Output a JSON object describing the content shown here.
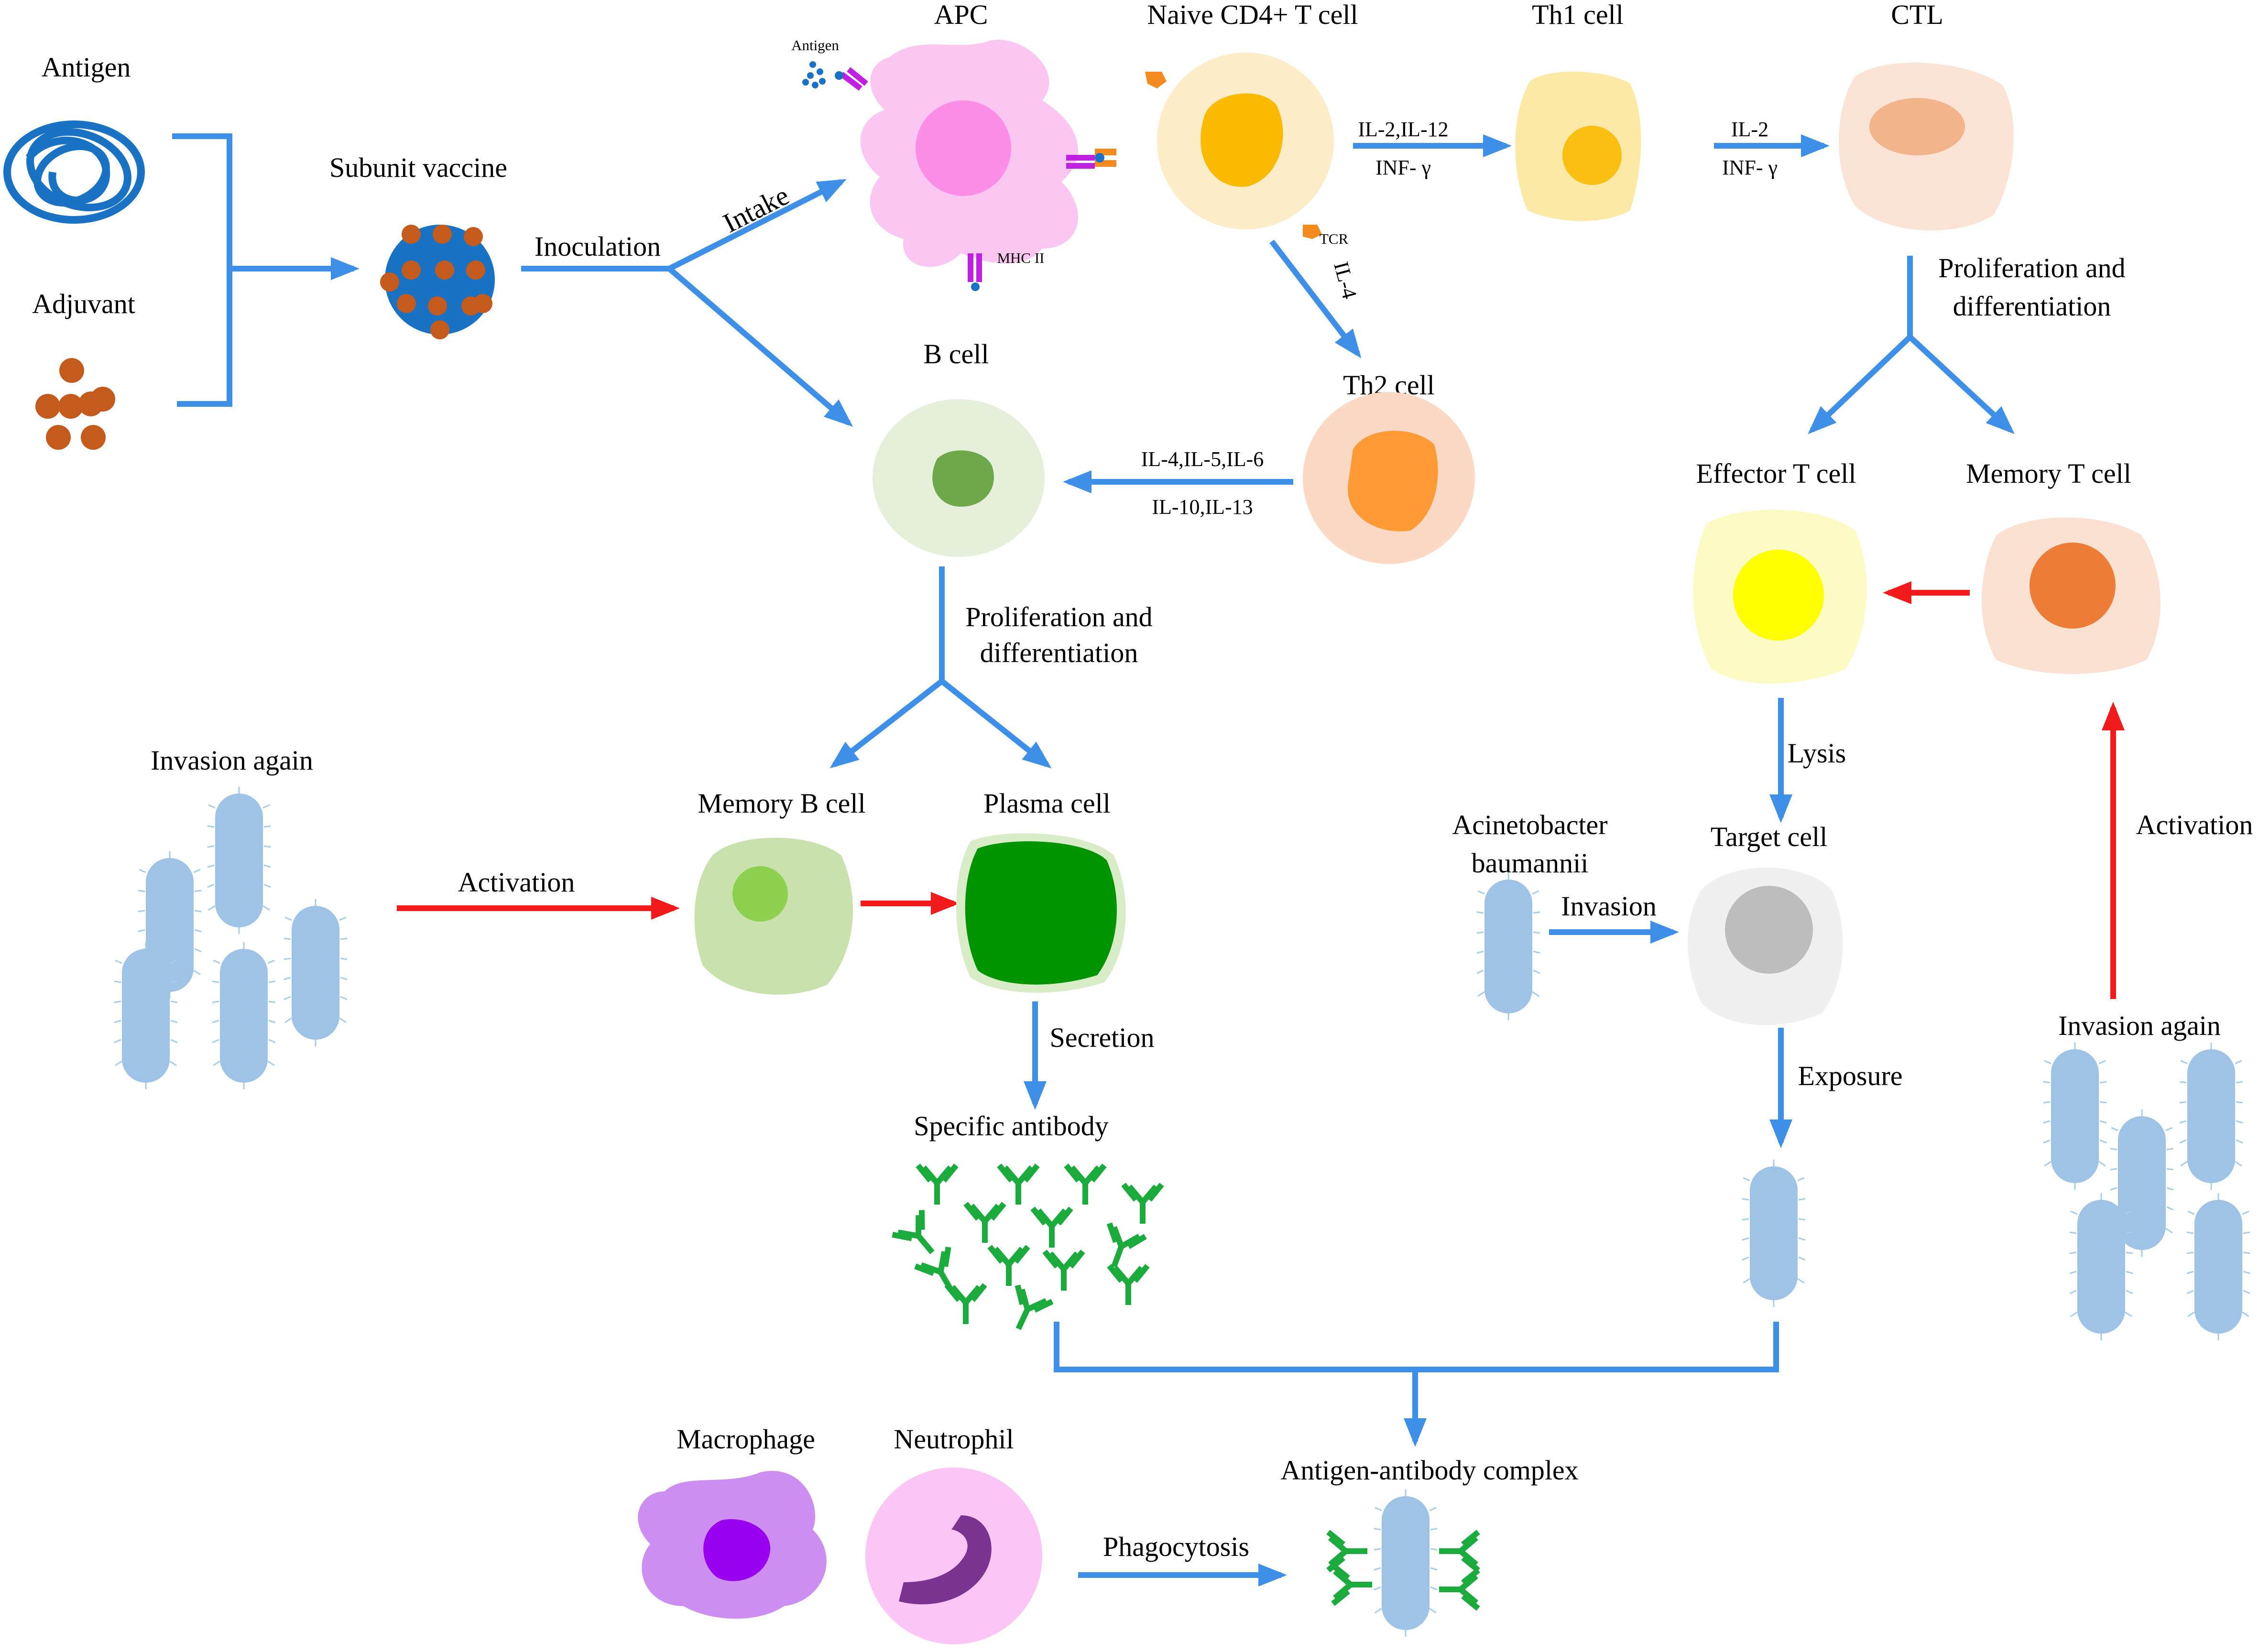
{
  "sources": {
    "antigen": "Antigen",
    "adjuvant": "Adjuvant",
    "subunit_vaccine": "Subunit vaccine",
    "inoculation": "Inoculation",
    "intake": "Intake"
  },
  "cells": {
    "apc": "APC",
    "naive_cd4": "Naive CD4+ T cell",
    "th1": "Th1 cell",
    "ctl": "CTL",
    "th2": "Th2 cell",
    "b_cell": "B cell",
    "effector_t": "Effector T cell",
    "memory_t": "Memory T cell",
    "memory_b": "Memory B cell",
    "plasma": "Plasma cell",
    "target": "Target cell",
    "macrophage": "Macrophage",
    "neutrophil": "Neutrophil"
  },
  "apc_labels": {
    "antigen": "Antigen",
    "mhc": "MHC II",
    "tcr": "TCR"
  },
  "cytokines": {
    "th1_top": "IL-2,IL-12",
    "th1_bottom": "INF- γ",
    "ctl_top": "IL-2",
    "ctl_bottom": "INF- γ",
    "th2": "IL-4",
    "b_top": "IL-4,IL-5,IL-6",
    "b_bottom": "IL-10,IL-13"
  },
  "processes": {
    "prolif_t_1": "Proliferation and",
    "prolif_t_2": "differentiation",
    "prolif_b_1": "Proliferation and",
    "prolif_b_2": "differentiation",
    "lysis": "Lysis",
    "secretion": "Secretion",
    "exposure": "Exposure",
    "invasion": "Invasion",
    "activation_left": "Activation",
    "activation_right": "Activation",
    "phagocytosis": "Phagocytosis"
  },
  "bacteria": {
    "invasion_again_left": "Invasion again",
    "invasion_again_right": "Invasion again",
    "acinetobacter_1": "Acinetobacter",
    "acinetobacter_2": "baumannii"
  },
  "outputs": {
    "specific_antibody": "Specific antibody",
    "complex": "Antigen-antibody complex"
  },
  "colors": {
    "arrow_blue": "#3d8fe8",
    "arrow_red": "#f21a1a",
    "bacterium": "#9ec3e6",
    "antibody": "#1aab3c",
    "antigen_blue": "#1a72c4",
    "adjuvant_orange": "#c45a1c"
  }
}
